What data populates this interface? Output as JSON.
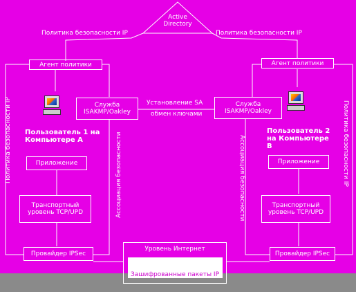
{
  "nodes": {
    "active_directory": "Active Directory",
    "policy_agent": "Агент политики",
    "isakmp_service": "Служба ISAKMP/Oakley",
    "user1": "Пользователь 1 на Компьютере A",
    "user2": "Пользователь 2 на Компьютере B",
    "application": "Приложение",
    "transport": "Транспортный уровень TCP/UPD",
    "ipsec_driver": "Провайдер IPSec",
    "internet_level": "Уровень Интернет",
    "encrypted_ip": "Зашифрованные пакеты IP"
  },
  "edges": {
    "ip_security_policy": "Политика безопасности IP",
    "sa_establish_1": "Установление SA",
    "sa_establish_2": "обмен ключами",
    "security_assoc": "Ассоциация безопасности"
  },
  "colors": {
    "background": "#e600e6",
    "line": "#ffffff",
    "footer": "#8a8a8a"
  }
}
